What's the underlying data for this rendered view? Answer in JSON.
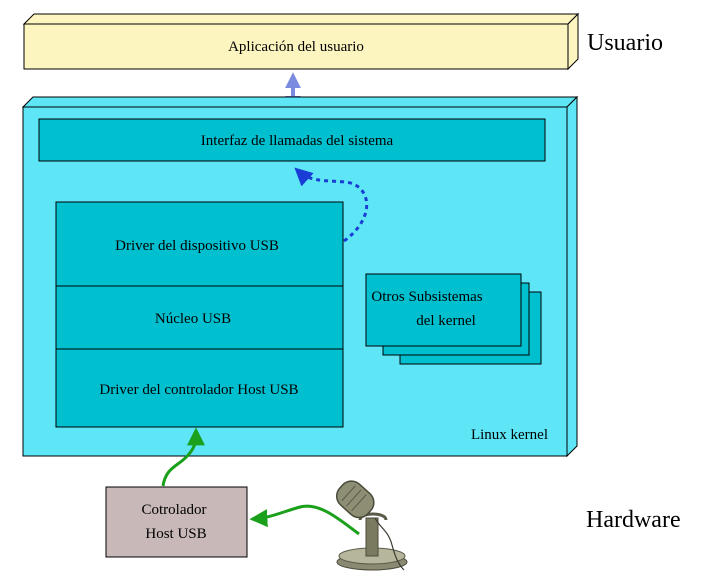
{
  "layers": {
    "user_label": "Usuario",
    "hardware_label": "Hardware"
  },
  "user_app": {
    "label": "Aplicación del usuario",
    "color": "#fdf5c0"
  },
  "kernel": {
    "label": "Linux kernel",
    "color": "#5ee6f7",
    "syscall_interface": "Interfaz de llamadas del sistema",
    "usb_stack": {
      "device_driver": "Driver del dispositivo USB",
      "core": "Núcleo USB",
      "host_controller_driver": "Driver del controlador Host USB"
    },
    "other_subsystems": [
      "Otros Subsistemas",
      "del kernel"
    ],
    "inner_color": "#00c0d0"
  },
  "hardware": {
    "controller": [
      "Cotrolador",
      "Host USB"
    ],
    "controller_color": "#c8b8b8",
    "device_icon": "microphone-icon"
  },
  "arrow_colors": {
    "user_kernel": "#7b8be0",
    "dotted": "#1a3dd6",
    "hardware": "#1aa01a"
  }
}
